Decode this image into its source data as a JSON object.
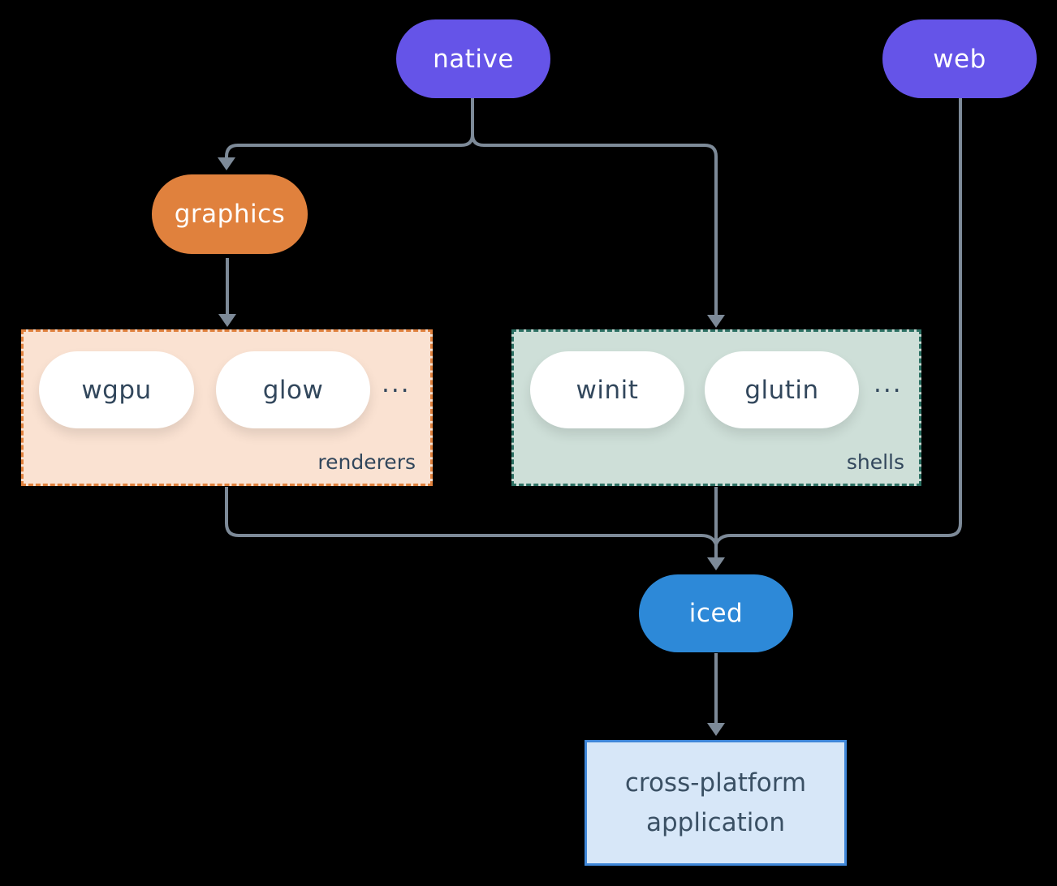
{
  "diagram": {
    "background_color": "#000000",
    "connector_color": "#7d8a98",
    "nodes": {
      "native": {
        "label": "native",
        "fill": "#6554e8",
        "text_color": "#ffffff"
      },
      "web": {
        "label": "web",
        "fill": "#6554e8",
        "text_color": "#ffffff"
      },
      "graphics": {
        "label": "graphics",
        "fill": "#e0813d",
        "text_color": "#ffffff"
      },
      "iced": {
        "label": "iced",
        "fill": "#2d89d8",
        "text_color": "#ffffff"
      },
      "application": {
        "label": "cross-platform application",
        "fill": "#d7e7f8",
        "border_color": "#3f87d9",
        "text_color": "#3a5064"
      }
    },
    "groups": {
      "renderers": {
        "label": "renderers",
        "fill": "#fae2d2",
        "border_color": "#e0813d",
        "label_color": "#32475c",
        "items": [
          {
            "label": "wgpu"
          },
          {
            "label": "glow"
          }
        ],
        "ellipsis": "..."
      },
      "shells": {
        "label": "shells",
        "fill": "#cedfd8",
        "border_color": "#2d7164",
        "label_color": "#32475c",
        "items": [
          {
            "label": "winit"
          },
          {
            "label": "glutin"
          }
        ],
        "ellipsis": "..."
      }
    }
  }
}
